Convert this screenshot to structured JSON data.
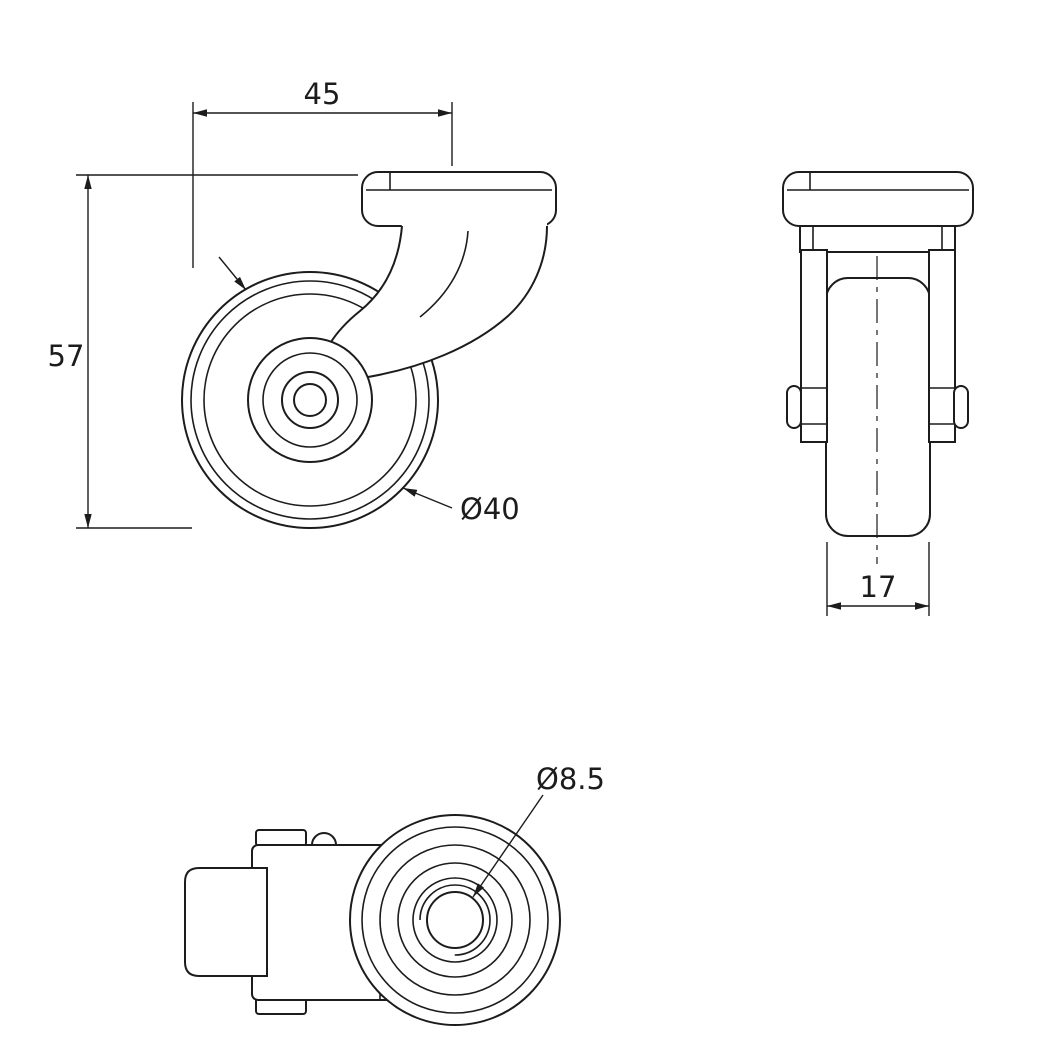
{
  "drawing": {
    "background": "#ffffff",
    "line_color": "#1c1c1c",
    "dimensions": {
      "top_width": "45",
      "overall_height": "57",
      "wheel_diameter": "Ø40",
      "wheel_width": "17",
      "bolt_hole_diameter": "Ø8.5"
    }
  }
}
